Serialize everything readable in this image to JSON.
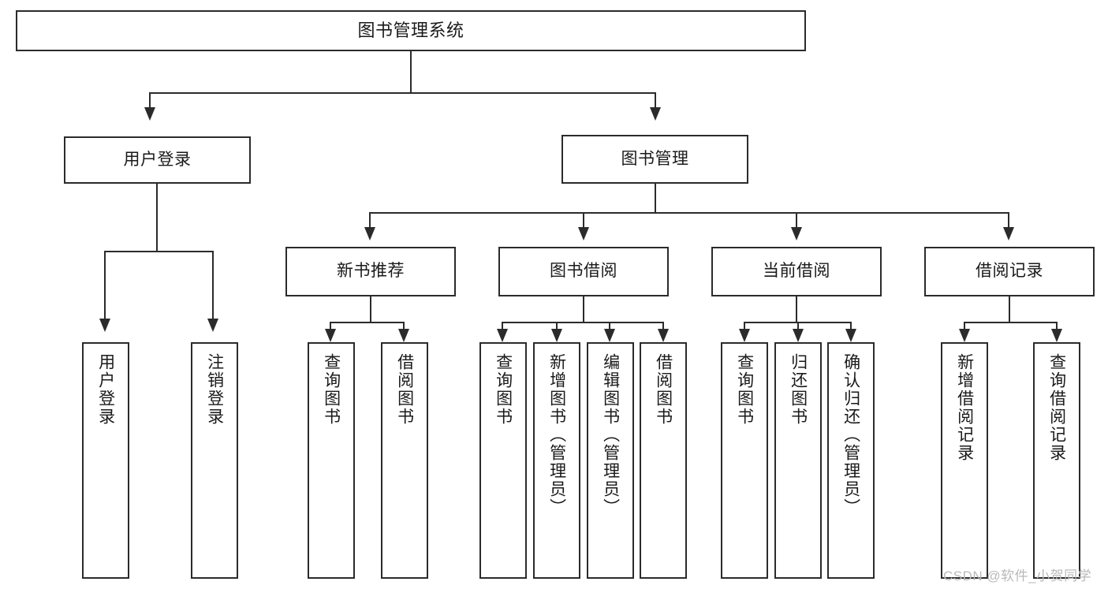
{
  "diagram": {
    "type": "tree-hierarchy",
    "title": "图书管理系统",
    "watermark": "CSDN @软件_小贺同学",
    "colors": {
      "stroke": "#2b2b2b",
      "fill": "#ffffff",
      "text": "#1a1a1a",
      "watermark": "#b9b9b9"
    },
    "levels": [
      {
        "level": 1,
        "nodes": [
          {
            "id": "root",
            "label": "图书管理系统",
            "orientation": "horizontal"
          }
        ]
      },
      {
        "level": 2,
        "nodes": [
          {
            "id": "login",
            "label": "用户登录",
            "orientation": "horizontal",
            "parent": "root"
          },
          {
            "id": "bookmgmt",
            "label": "图书管理",
            "orientation": "horizontal",
            "parent": "root"
          }
        ]
      },
      {
        "level": 3,
        "nodes": [
          {
            "id": "newbook",
            "label": "新书推荐",
            "orientation": "horizontal",
            "parent": "bookmgmt"
          },
          {
            "id": "borrow",
            "label": "图书借阅",
            "orientation": "horizontal",
            "parent": "bookmgmt"
          },
          {
            "id": "current",
            "label": "当前借阅",
            "orientation": "horizontal",
            "parent": "bookmgmt"
          },
          {
            "id": "records",
            "label": "借阅记录",
            "orientation": "horizontal",
            "parent": "bookmgmt"
          }
        ]
      },
      {
        "level": 4,
        "nodes": [
          {
            "id": "leaf1",
            "label": "用户登录",
            "orientation": "vertical",
            "parent": "login"
          },
          {
            "id": "leaf2",
            "label": "注销登录",
            "orientation": "vertical",
            "parent": "login"
          },
          {
            "id": "leaf3",
            "label": "查询图书",
            "orientation": "vertical",
            "parent": "newbook"
          },
          {
            "id": "leaf4",
            "label": "借阅图书",
            "orientation": "vertical",
            "parent": "newbook"
          },
          {
            "id": "leaf5",
            "label": "查询图书",
            "orientation": "vertical",
            "parent": "borrow"
          },
          {
            "id": "leaf6",
            "label": "新增图书（管理员）",
            "orientation": "vertical",
            "parent": "borrow"
          },
          {
            "id": "leaf7",
            "label": "编辑图书（管理员）",
            "orientation": "vertical",
            "parent": "borrow"
          },
          {
            "id": "leaf8",
            "label": "借阅图书",
            "orientation": "vertical",
            "parent": "borrow"
          },
          {
            "id": "leaf9",
            "label": "查询图书",
            "orientation": "vertical",
            "parent": "current"
          },
          {
            "id": "leaf10",
            "label": "归还图书",
            "orientation": "vertical",
            "parent": "current"
          },
          {
            "id": "leaf11",
            "label": "确认归还（管理员）",
            "orientation": "vertical",
            "parent": "current"
          },
          {
            "id": "leaf12",
            "label": "新增借阅记录",
            "orientation": "vertical",
            "parent": "records"
          },
          {
            "id": "leaf13",
            "label": "查询借阅记录",
            "orientation": "vertical",
            "parent": "records"
          }
        ]
      }
    ]
  }
}
